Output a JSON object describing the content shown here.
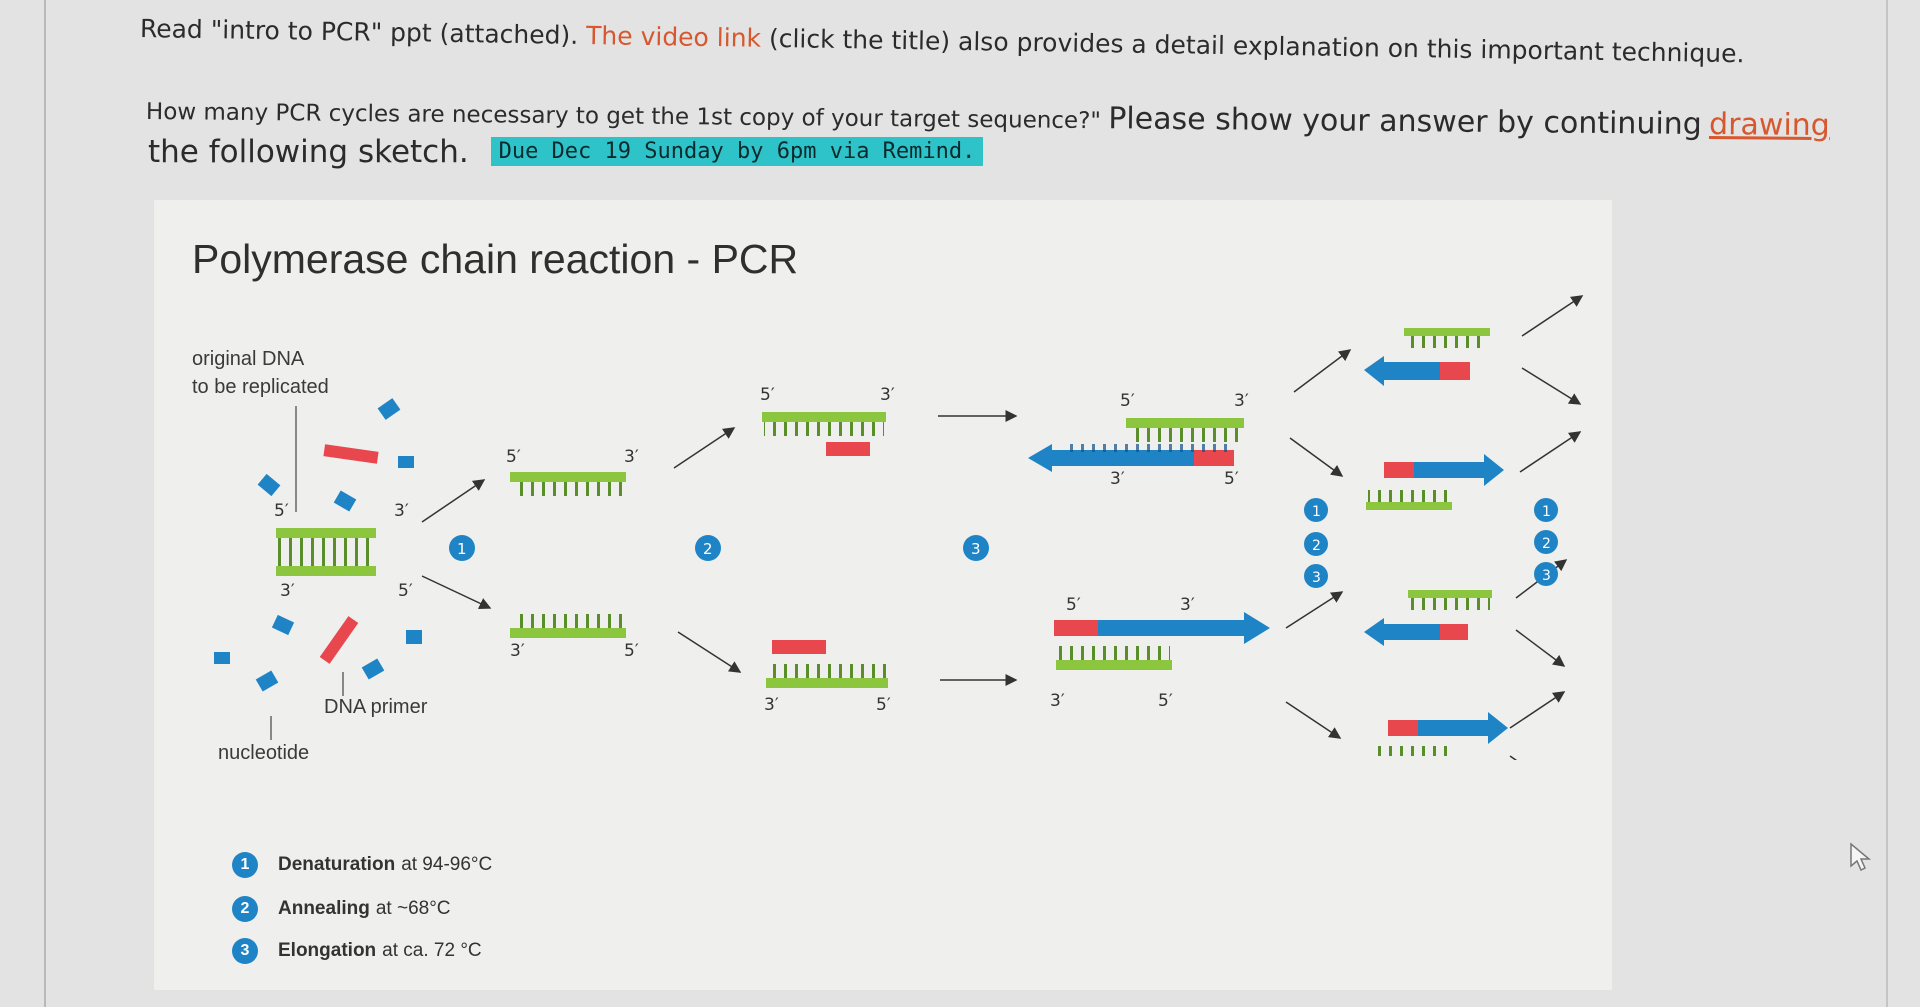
{
  "instructions": {
    "line1_before": "Read \"intro to PCR\" ppt (attached).",
    "line1_link": "The video link",
    "line1_after": "(click the title) also provides a detail explanation on this important technique.",
    "line2_question": "How many PCR cycles are necessary to get the 1st copy of your target sequence?\"",
    "line2_request": "Please show your answer by continuing",
    "line2_drawing": "drawing",
    "line3_text": "the following sketch.",
    "due_badge": "Due Dec 19 Sunday by 6pm via Remind."
  },
  "diagram": {
    "title": "Polymerase chain reaction - PCR",
    "label_original_dna": "original DNA",
    "label_to_be_replicated": "to be replicated",
    "label_dna_primer": "DNA primer",
    "label_nucleotide": "nucleotide",
    "end_5": "5′",
    "end_3": "3′",
    "step_numbers": [
      "1",
      "2",
      "3"
    ]
  },
  "legend": [
    {
      "num": "1",
      "step": "Denaturation",
      "condition": "at 94-96°C"
    },
    {
      "num": "2",
      "step": "Annealing",
      "condition": "at ~68°C"
    },
    {
      "num": "3",
      "step": "Elongation",
      "condition": "at ca. 72 °C"
    }
  ],
  "colors": {
    "strand_green": "#8cc63f",
    "primer_red": "#e8474d",
    "new_strand_blue": "#1f84c6",
    "due_highlight": "#2dc3c8",
    "link_red": "#d7572e"
  }
}
